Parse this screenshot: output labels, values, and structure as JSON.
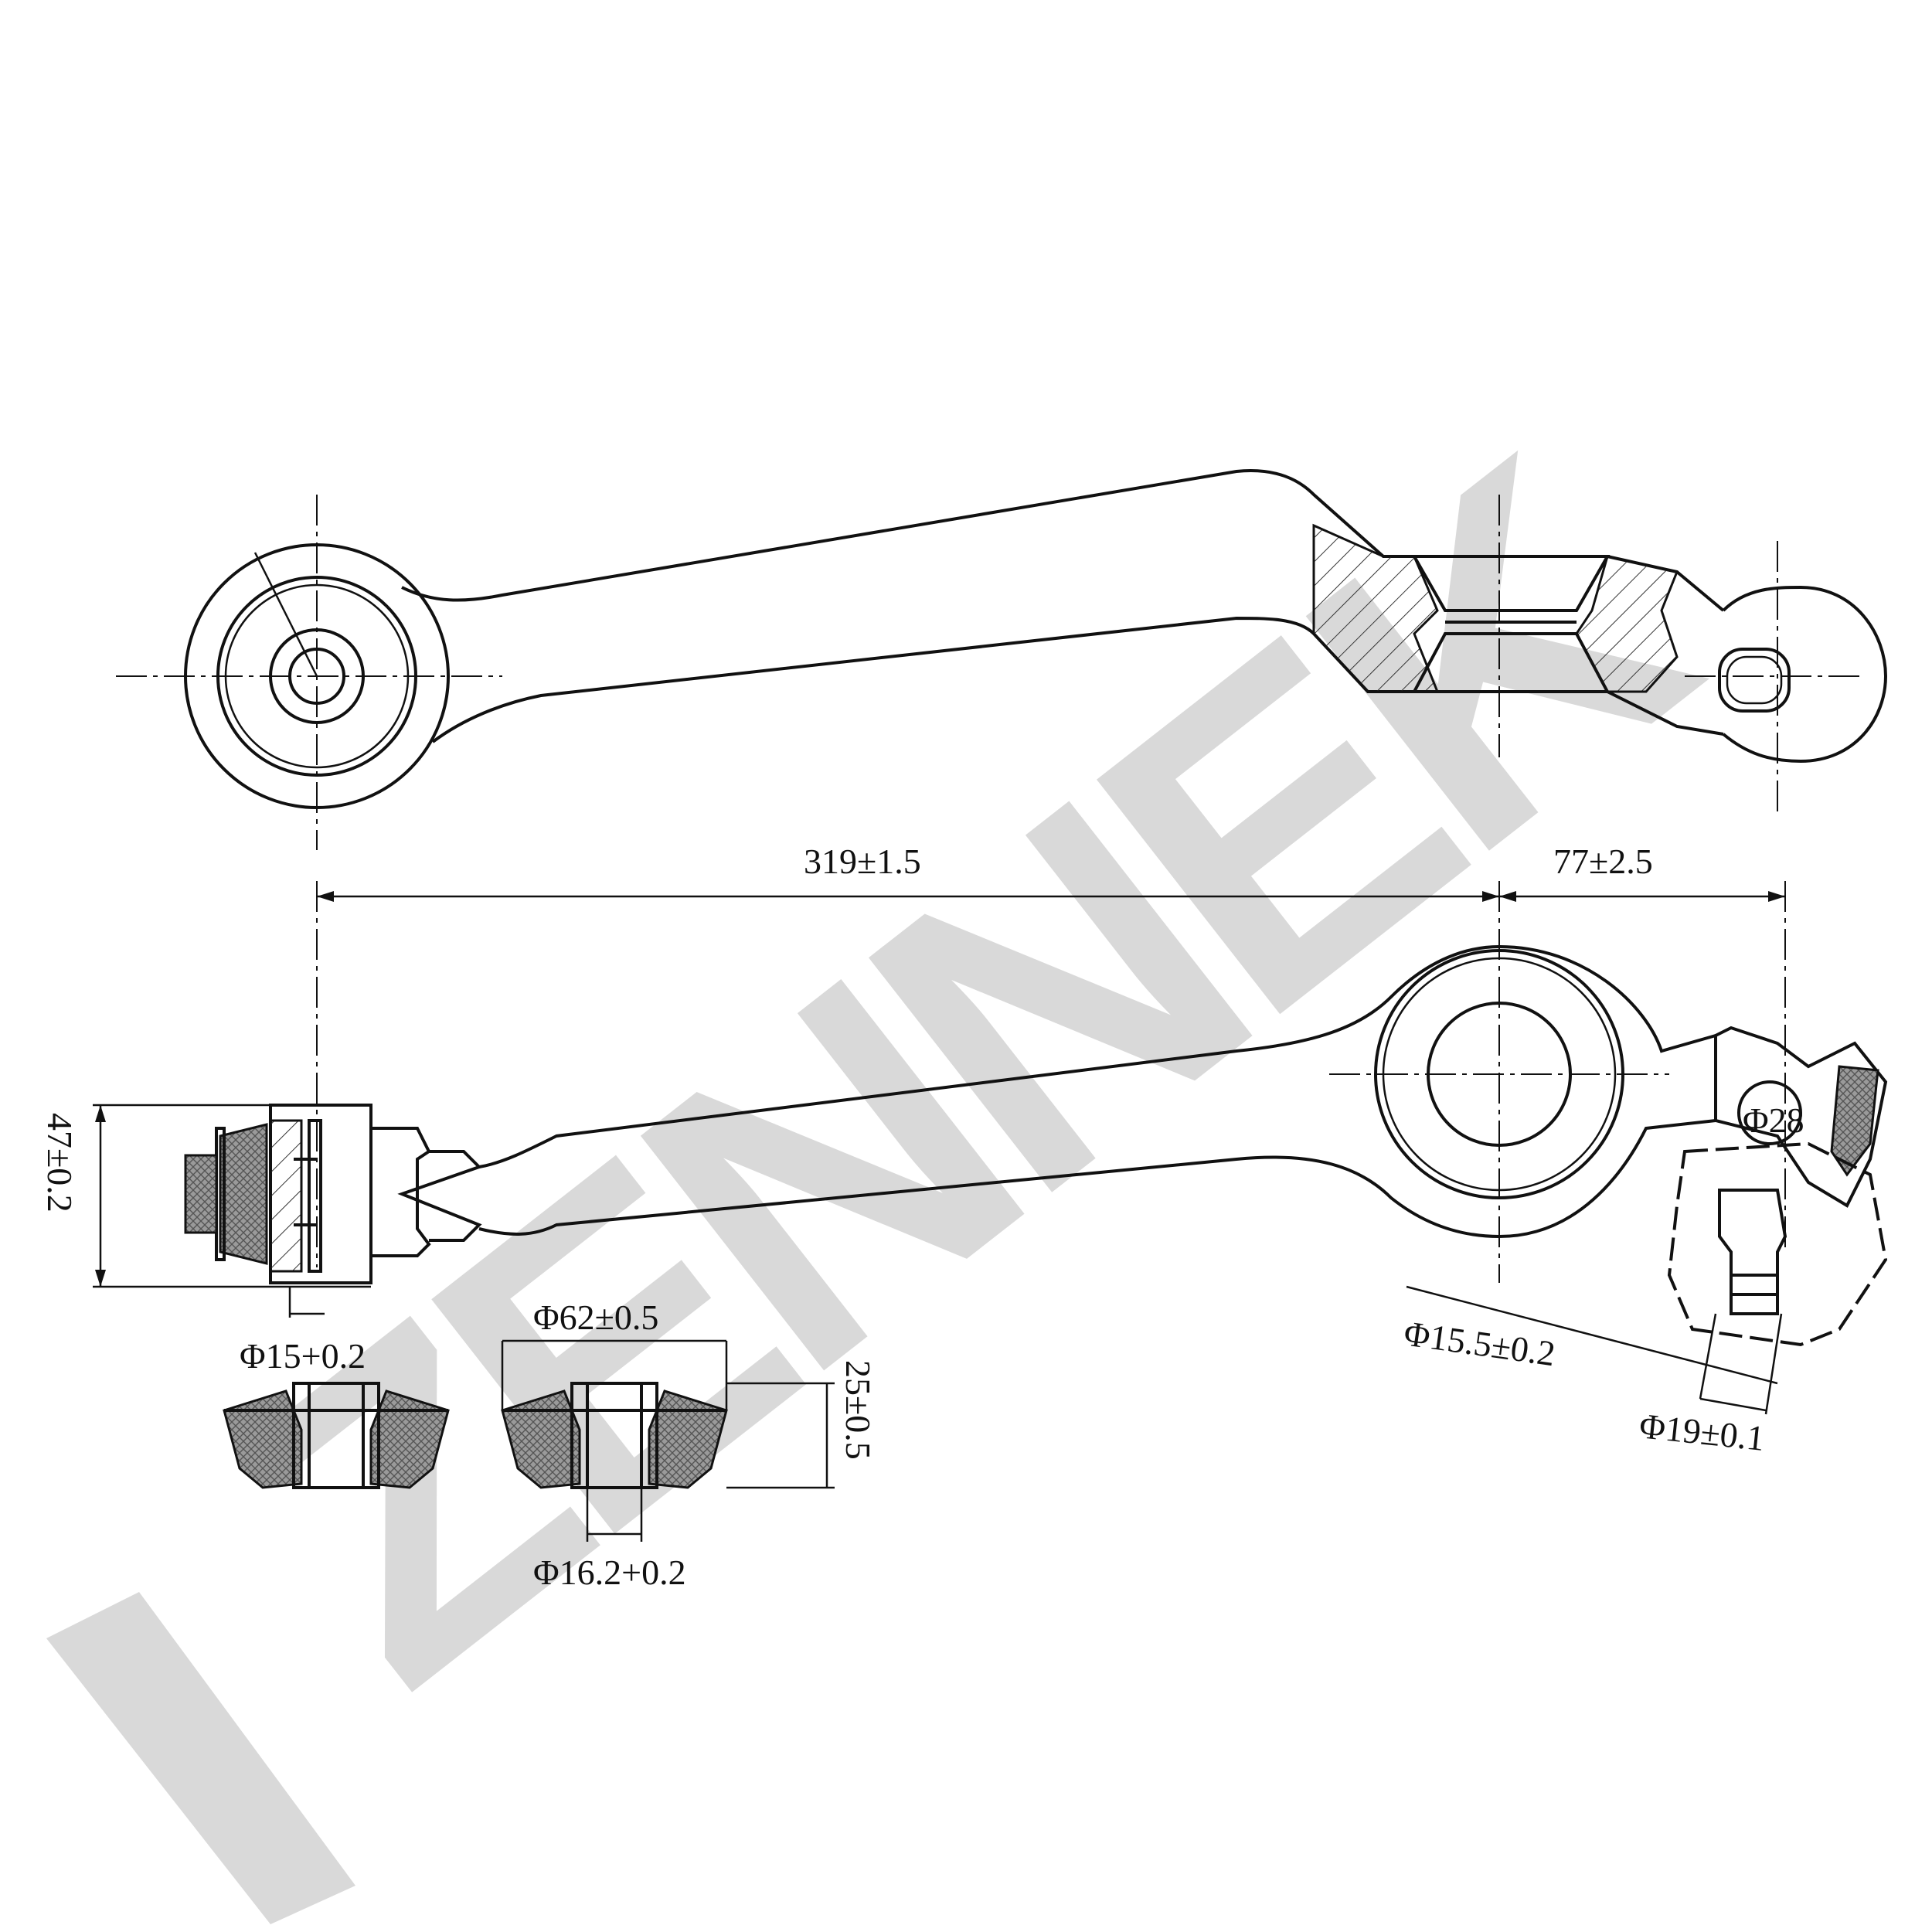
{
  "watermark": {
    "text": "ZENNEK",
    "color": "#d9d9d9"
  },
  "dimensions": {
    "length_main": "319±1.5",
    "length_end": "77±2.5",
    "height_bushing_end": "47±0.2",
    "phi_ball": "Φ28",
    "phi_15_5": "Φ15.5±0.2",
    "phi_19": "Φ19±0.1",
    "phi_15": "Φ15+0.2",
    "phi_62": "Φ62±0.5",
    "height_25": "25±0.5",
    "phi_16_2": "Φ16.2+0.2"
  }
}
